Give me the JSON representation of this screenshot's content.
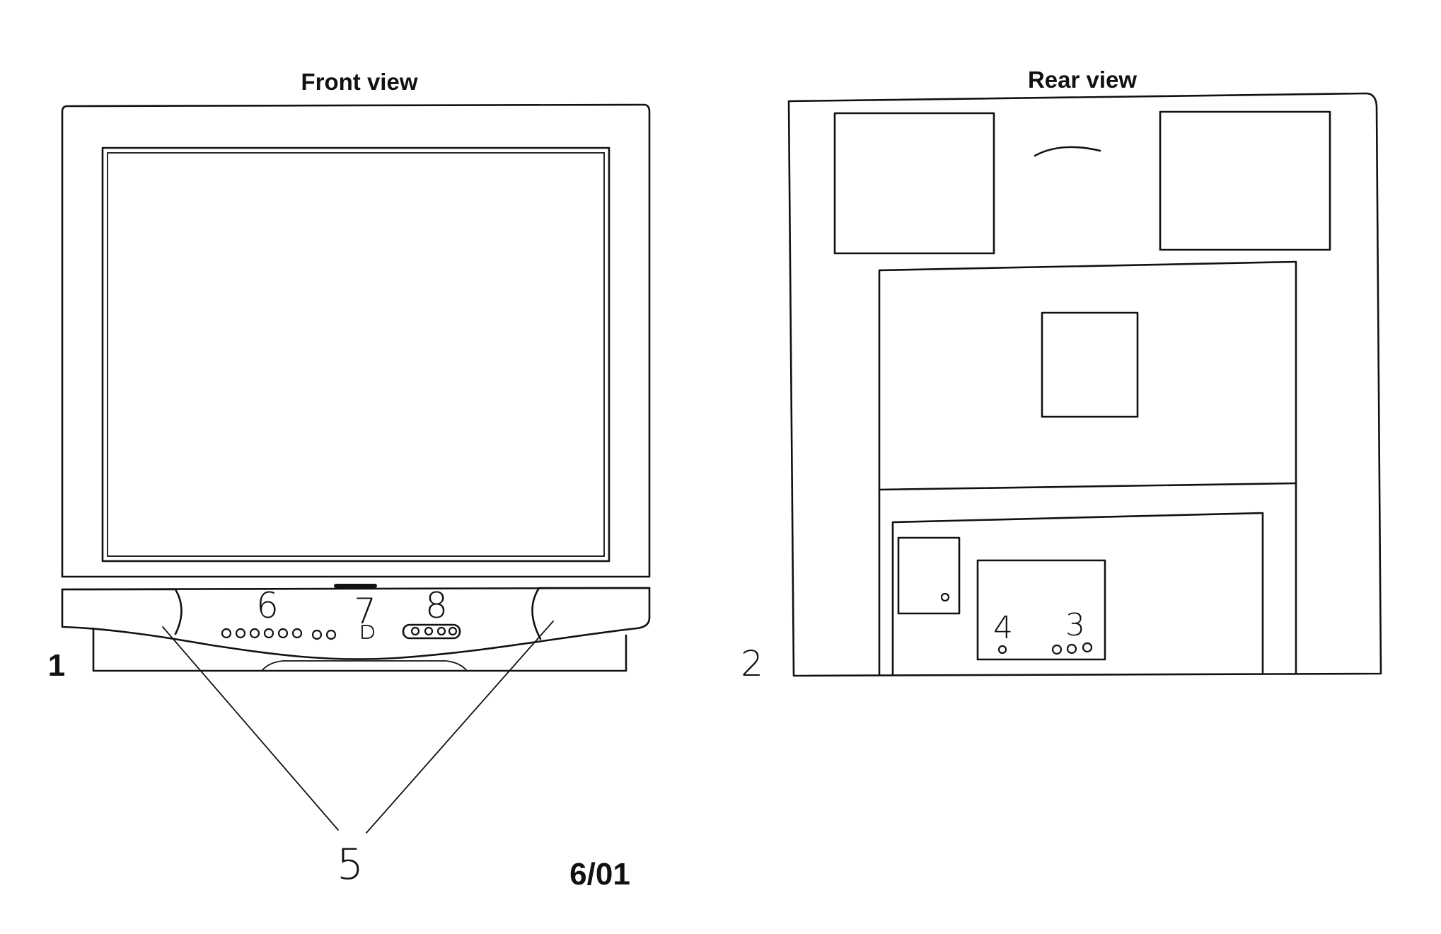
{
  "front_view": {
    "title": "Front view",
    "figure_number": "1"
  },
  "rear_view": {
    "title": "Rear view",
    "figure_number": "2"
  },
  "callouts": {
    "c3": "3",
    "c4": "4",
    "c5": "5",
    "c6": "6",
    "c7": "7",
    "c8": "8"
  },
  "date_code": "6/01"
}
